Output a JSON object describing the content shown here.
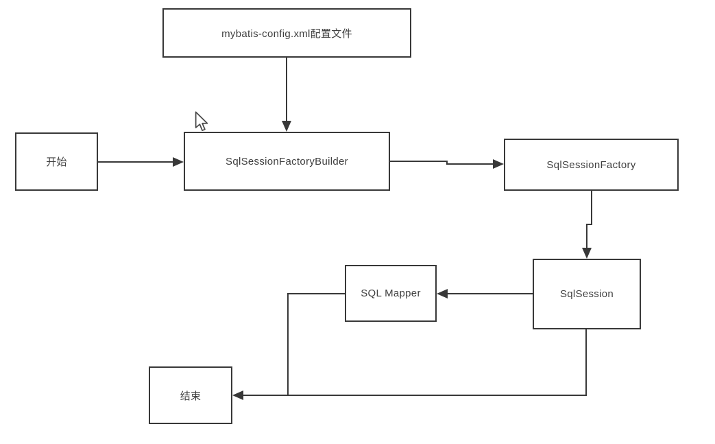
{
  "diagram": {
    "type": "flowchart",
    "background": "#ffffff",
    "line_color": "#383838",
    "text_color": "#3f3f3f",
    "nodes": [
      {
        "id": "config",
        "label": "mybatis-config.xml配置文件"
      },
      {
        "id": "start",
        "label": "开始"
      },
      {
        "id": "builder",
        "label": "SqlSessionFactoryBuilder"
      },
      {
        "id": "factory",
        "label": "SqlSessionFactory"
      },
      {
        "id": "session",
        "label": "SqlSession"
      },
      {
        "id": "mapper",
        "label": "SQL Mapper"
      },
      {
        "id": "end",
        "label": "结束"
      }
    ],
    "edges": [
      {
        "from": "config",
        "to": "builder",
        "direction": "down"
      },
      {
        "from": "start",
        "to": "builder",
        "direction": "right"
      },
      {
        "from": "builder",
        "to": "factory",
        "direction": "right"
      },
      {
        "from": "factory",
        "to": "session",
        "direction": "down"
      },
      {
        "from": "session",
        "to": "mapper",
        "direction": "left"
      },
      {
        "from": "mapper",
        "to": "end",
        "direction": "down-left"
      },
      {
        "from": "session",
        "to": "end",
        "direction": "down-left"
      }
    ]
  }
}
